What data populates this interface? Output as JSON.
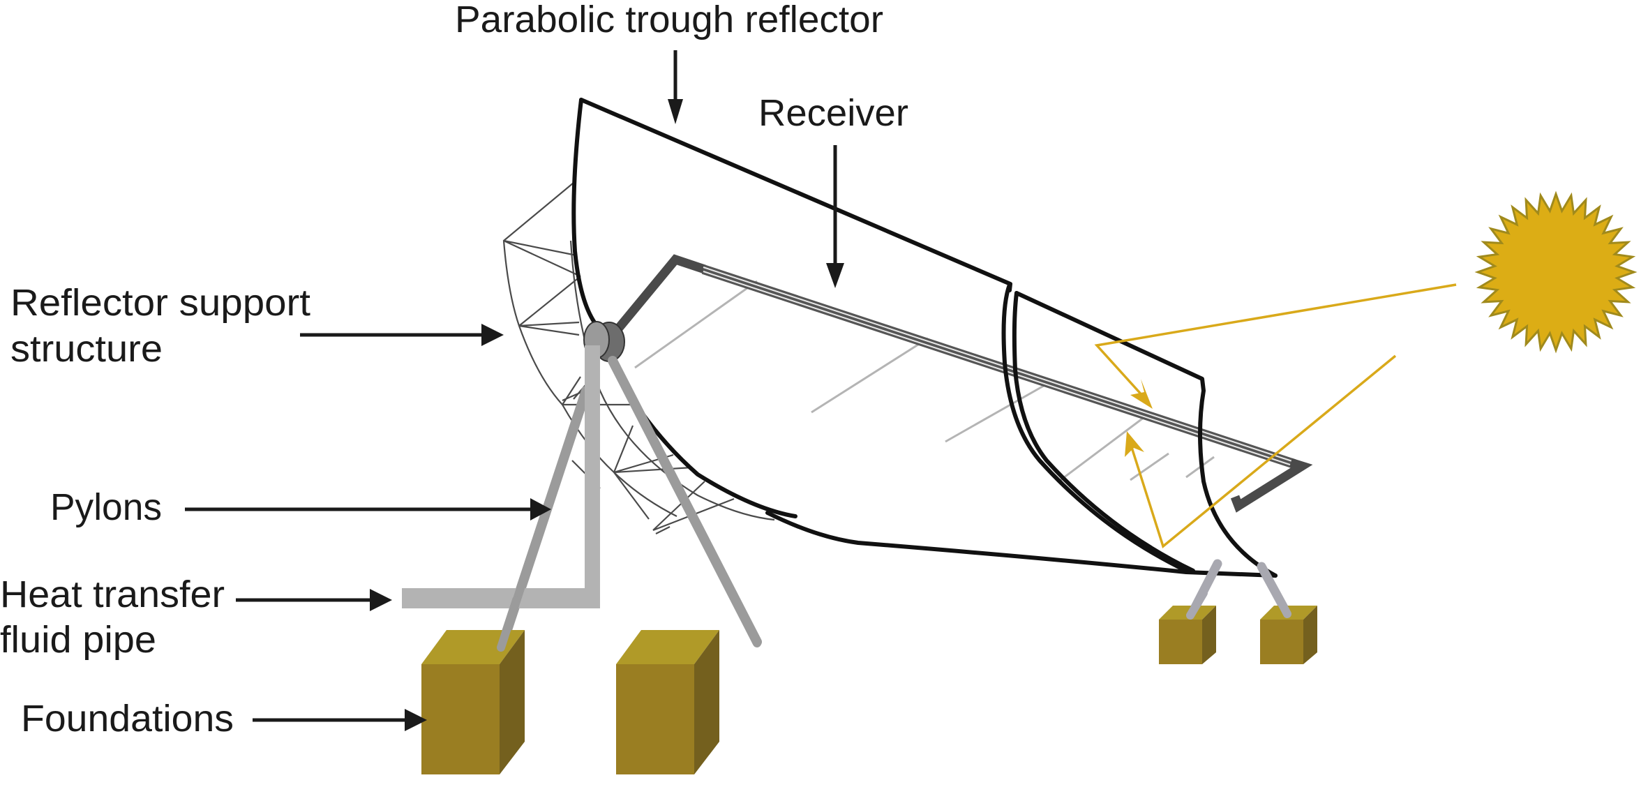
{
  "figure": {
    "title": "Parabolic trough collector components",
    "labels": {
      "parabolic_trough_reflector": "Parabolic trough reflector",
      "receiver": "Receiver",
      "reflector_support_line1": "Reflector support",
      "reflector_support_line2": "structure",
      "pylons": "Pylons",
      "heat_transfer_line1": "Heat transfer",
      "heat_transfer_line2": "fluid pipe",
      "foundations": "Foundations"
    },
    "components": [
      {
        "id": "reflector",
        "name": "Parabolic trough reflector",
        "segments": 2
      },
      {
        "id": "receiver",
        "name": "Receiver",
        "type": "tube along focal line"
      },
      {
        "id": "support",
        "name": "Reflector support structure",
        "type": "truss"
      },
      {
        "id": "pylons",
        "name": "Pylons",
        "count": 4
      },
      {
        "id": "htf-pipe",
        "name": "Heat transfer fluid pipe"
      },
      {
        "id": "foundations",
        "name": "Foundations",
        "count": 4
      },
      {
        "id": "sun",
        "name": "Sun",
        "icon": "sun-icon"
      },
      {
        "id": "rays",
        "name": "Sun rays reflected onto receiver",
        "count": 2
      }
    ],
    "colors": {
      "outline": "#111111",
      "sun_fill": "#dcad15",
      "sun_stroke": "#a08a1c",
      "ray": "#d9a91a",
      "foundation_front": "#9a7e22",
      "foundation_top": "#b09a28",
      "foundation_side": "#74601e",
      "pipe": "#b3b3b3",
      "pylon": "#9b9b9b",
      "receiver_dark": "#4a4a4a"
    }
  }
}
